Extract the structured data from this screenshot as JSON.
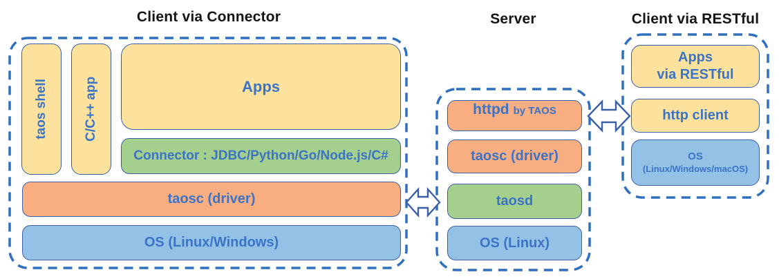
{
  "diagram": {
    "connector_section": {
      "title": "Client via Connector",
      "taos_shell": "taos shell",
      "cpp_app": "C/C++ app",
      "apps": "Apps",
      "connector": "Connector : JDBC/Python/Go/Node.js/C#",
      "taosc": "taosc (driver)",
      "os": "OS (Linux/Windows)"
    },
    "server_section": {
      "title": "Server",
      "httpd": "httpd",
      "httpd_by": "by TAOS",
      "taosc": "taosc (driver)",
      "taosd": "taosd",
      "os": "OS (Linux)"
    },
    "restful_section": {
      "title": "Client via RESTful",
      "apps_line1": "Apps",
      "apps_line2": "via RESTful",
      "http_client": "http client",
      "os_line1": "OS",
      "os_line2": "(Linux/Windows/macOS)"
    },
    "icons": {
      "arrow_client_server": "double-headed-arrow",
      "arrow_server_restful": "double-headed-arrow"
    },
    "colors": {
      "yellow": "#FCE29C",
      "orange": "#F9AE81",
      "green": "#A5CF8D",
      "blue": "#94C2E6",
      "dashed_border": "#2E6FC0",
      "box_border": "#3A5FA5",
      "label_text": "#3B74C6",
      "title_text": "#141414"
    }
  }
}
